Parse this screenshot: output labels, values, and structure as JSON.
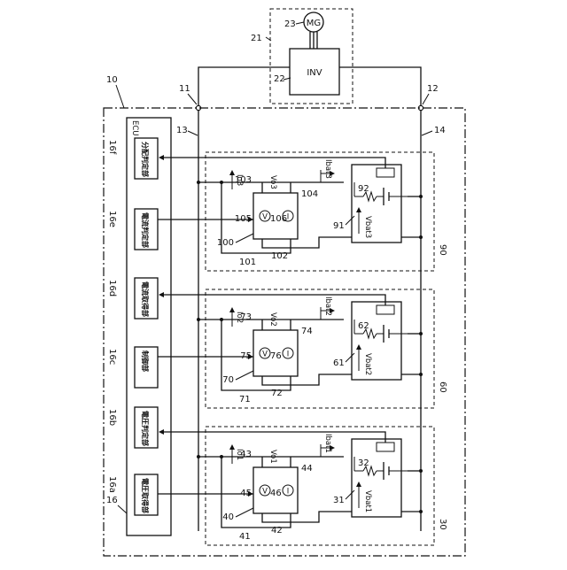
{
  "labels": {
    "ecu_ref": "10",
    "ecu_title": "ECU",
    "ecu_sub_ref": "16",
    "unit_refs": [
      "16a",
      "16b",
      "16c",
      "16d",
      "16e",
      "16f"
    ],
    "unit_texts": [
      "電圧取得部",
      "電圧判定部",
      "制御部",
      "電流取得部",
      "電流判定部",
      "分配判定部"
    ],
    "inv_block_ref": "21",
    "mg_ref": "23",
    "mg_text": "MG",
    "inv_ref": "22",
    "inv_text": "INV",
    "terminal_left": "11",
    "terminal_right": "12",
    "line_left": "13",
    "line_right": "14"
  },
  "modules": [
    {
      "ref": "30",
      "sensor_ref": "40",
      "vref": "45",
      "iref": "46",
      "t_a": "41",
      "t_b": "42",
      "t_c": "43",
      "t_d": "44",
      "bat_ref": "31",
      "res_ref": "32",
      "io": "Io1",
      "vo": "Vo1",
      "ibat": "Ibat1",
      "vbat": "Vbat1",
      "v_symbol": "V",
      "i_symbol": "I"
    },
    {
      "ref": "60",
      "sensor_ref": "70",
      "vref": "75",
      "iref": "76",
      "t_a": "71",
      "t_b": "72",
      "t_c": "73",
      "t_d": "74",
      "bat_ref": "61",
      "res_ref": "62",
      "io": "Io2",
      "vo": "Vo2",
      "ibat": "Ibat2",
      "vbat": "Vbat2",
      "v_symbol": "V",
      "i_symbol": "I"
    },
    {
      "ref": "90",
      "sensor_ref": "100",
      "vref": "105",
      "iref": "106",
      "t_a": "101",
      "t_b": "102",
      "t_c": "103",
      "t_d": "104",
      "bat_ref": "91",
      "res_ref": "92",
      "io": "Io3",
      "vo": "Vo3",
      "ibat": "Ibat3",
      "vbat": "Vbat3",
      "v_symbol": "V",
      "i_symbol": "I"
    }
  ]
}
